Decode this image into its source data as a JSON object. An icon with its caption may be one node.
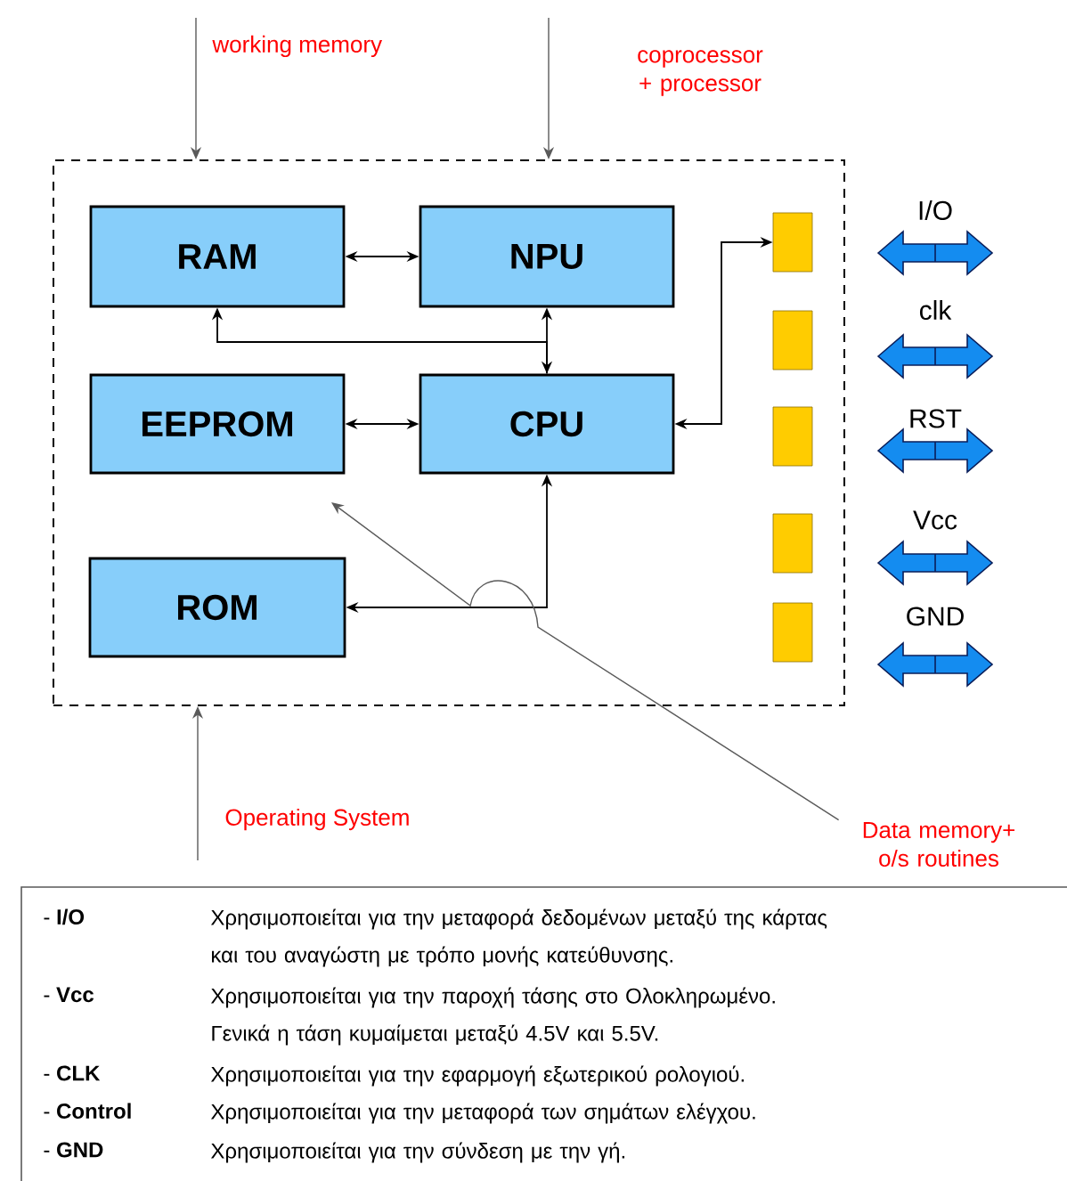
{
  "diagram": {
    "nodes": [
      {
        "text": [],
        "shape": "box"
      },
      {
        "text": [
          "RAM"
        ],
        "in": 0
      },
      {
        "text": [
          "NPU"
        ],
        "in": 0
      },
      {
        "text": [
          "EEPROM"
        ],
        "in": 0
      },
      {
        "text": [
          "CPU"
        ],
        "in": 0
      },
      {
        "text": [
          "ROM"
        ],
        "in": 0
      },
      {
        "text": [],
        "shape": "box",
        "in": 0
      },
      {
        "text": [],
        "shape": "box",
        "in": 0
      },
      {
        "text": [],
        "shape": "box",
        "in": 0
      },
      {
        "text": [],
        "shape": "box",
        "in": 0
      },
      {
        "text": [],
        "shape": "box",
        "in": 0
      },
      {
        "text": [
          "Data memory+ o/s routines"
        ]
      }
    ],
    "edges": [
      {
        "from": null,
        "to": 0,
        "arrow": "to"
      },
      {
        "from": null,
        "to": 0,
        "arrow": "to"
      },
      {
        "from": 1,
        "to": 2,
        "arrow": "both"
      },
      {
        "from": 2,
        "to": 4,
        "arrow": "both"
      },
      {
        "from": 4,
        "to": 1,
        "arrow": "to"
      },
      {
        "from": 3,
        "to": 4,
        "arrow": "both"
      },
      {
        "from": 4,
        "to": 5,
        "arrow": "both"
      },
      {
        "from": 4,
        "to": 6,
        "arrow": "both"
      },
      {
        "from": null,
        "to": 0,
        "arrow": "to"
      },
      {
        "from": 11,
        "to": null,
        "arrow": "to"
      }
    ],
    "labels": [
      "working memory",
      "coprocessor + processor",
      "I/O",
      "clk",
      "RST",
      "Vcc",
      "GND",
      "Operating System",
      "- **I/O**",
      "Χρησιμοποιείται για την μεταφορά δεδομένων μεταξύ της κάρτας και του αναγώστη με τρόπο μονής κατεύθυνσης.",
      "- **Vcc**",
      "Χρησιμοποιείται για την παροχή τάσης στο Ολοκληρωμένο. Γενικά η τάση κυμαίμεται μεταξύ 4.5V και 5.5V.",
      "- **CLK**",
      "Χρησιμοποιείται για την εφαρμογή εξωτερικού ρολογιού.",
      "- **Control**",
      "Χρησιμοποιείται για την μεταφορά των σημάτων ελέγχου.",
      "- **GND**",
      "Χρησιμοποιείται για την σύνδεση με την γή."
    ]
  }
}
